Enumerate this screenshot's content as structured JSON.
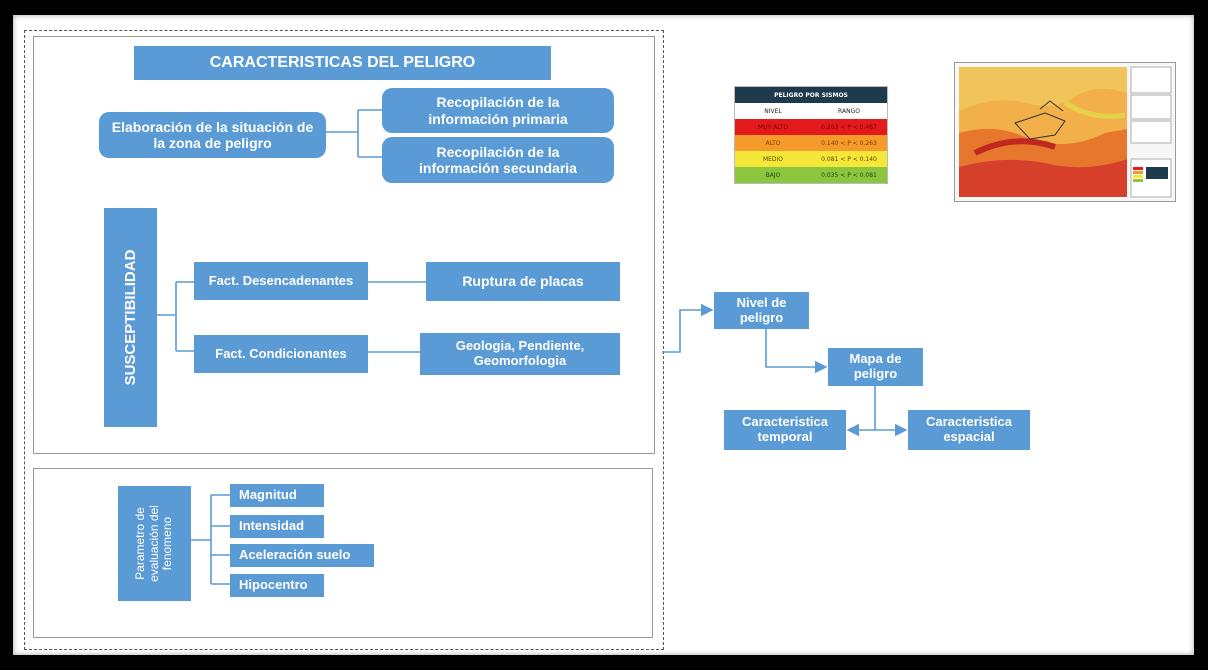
{
  "title": "CARACTERISTICAS DEL PELIGRO",
  "elaboracion": "Elaboración de la situación de la zona de peligro",
  "recopilacion_primaria": "Recopilación de la información primaria",
  "recopilacion_secundaria": "Recopilación de la información secundaria",
  "susceptibilidad": "SUSCEPTIBILIDAD",
  "fact_desencadenantes": "Fact. Desencadenantes",
  "ruptura_placas": "Ruptura de placas",
  "fact_condicionantes": "Fact. Condicionantes",
  "geologia": "Geologia, Pendiente, Geomorfologia",
  "parametro_evaluacion": "Parametro de evaluación del fenomeno",
  "parametros": [
    "Magnitud",
    "Intensidad",
    "Aceleración suelo",
    "Hipocentro"
  ],
  "nivel_peligro": "Nivel de peligro",
  "mapa_peligro": "Mapa de peligro",
  "caracteristica_temporal": "Caracteristica temporal",
  "caracteristica_espacial": "Caracteristica espacial",
  "legend": {
    "title": "PELIGRO POR SISMOS",
    "headers": [
      "NIVEL",
      "RANGO"
    ],
    "rows": [
      {
        "nivel": "MUY ALTO",
        "rango": "0.263 < P < 0.467",
        "color": "#e31a1c",
        "text": "#7a0000"
      },
      {
        "nivel": "ALTO",
        "rango": "0.140 < P < 0.263",
        "color": "#f59b2b",
        "text": "#7a3a00"
      },
      {
        "nivel": "MEDIO",
        "rango": "0.081 < P < 0.140",
        "color": "#f5e63a",
        "text": "#5a5000"
      },
      {
        "nivel": "BAJO",
        "rango": "0.035 < P < 0.081",
        "color": "#8cc63f",
        "text": "#1f4a10"
      }
    ]
  },
  "colors": {
    "box_fill": "#5b9bd5",
    "connector": "#5b9bd5",
    "frame": "#000000"
  }
}
